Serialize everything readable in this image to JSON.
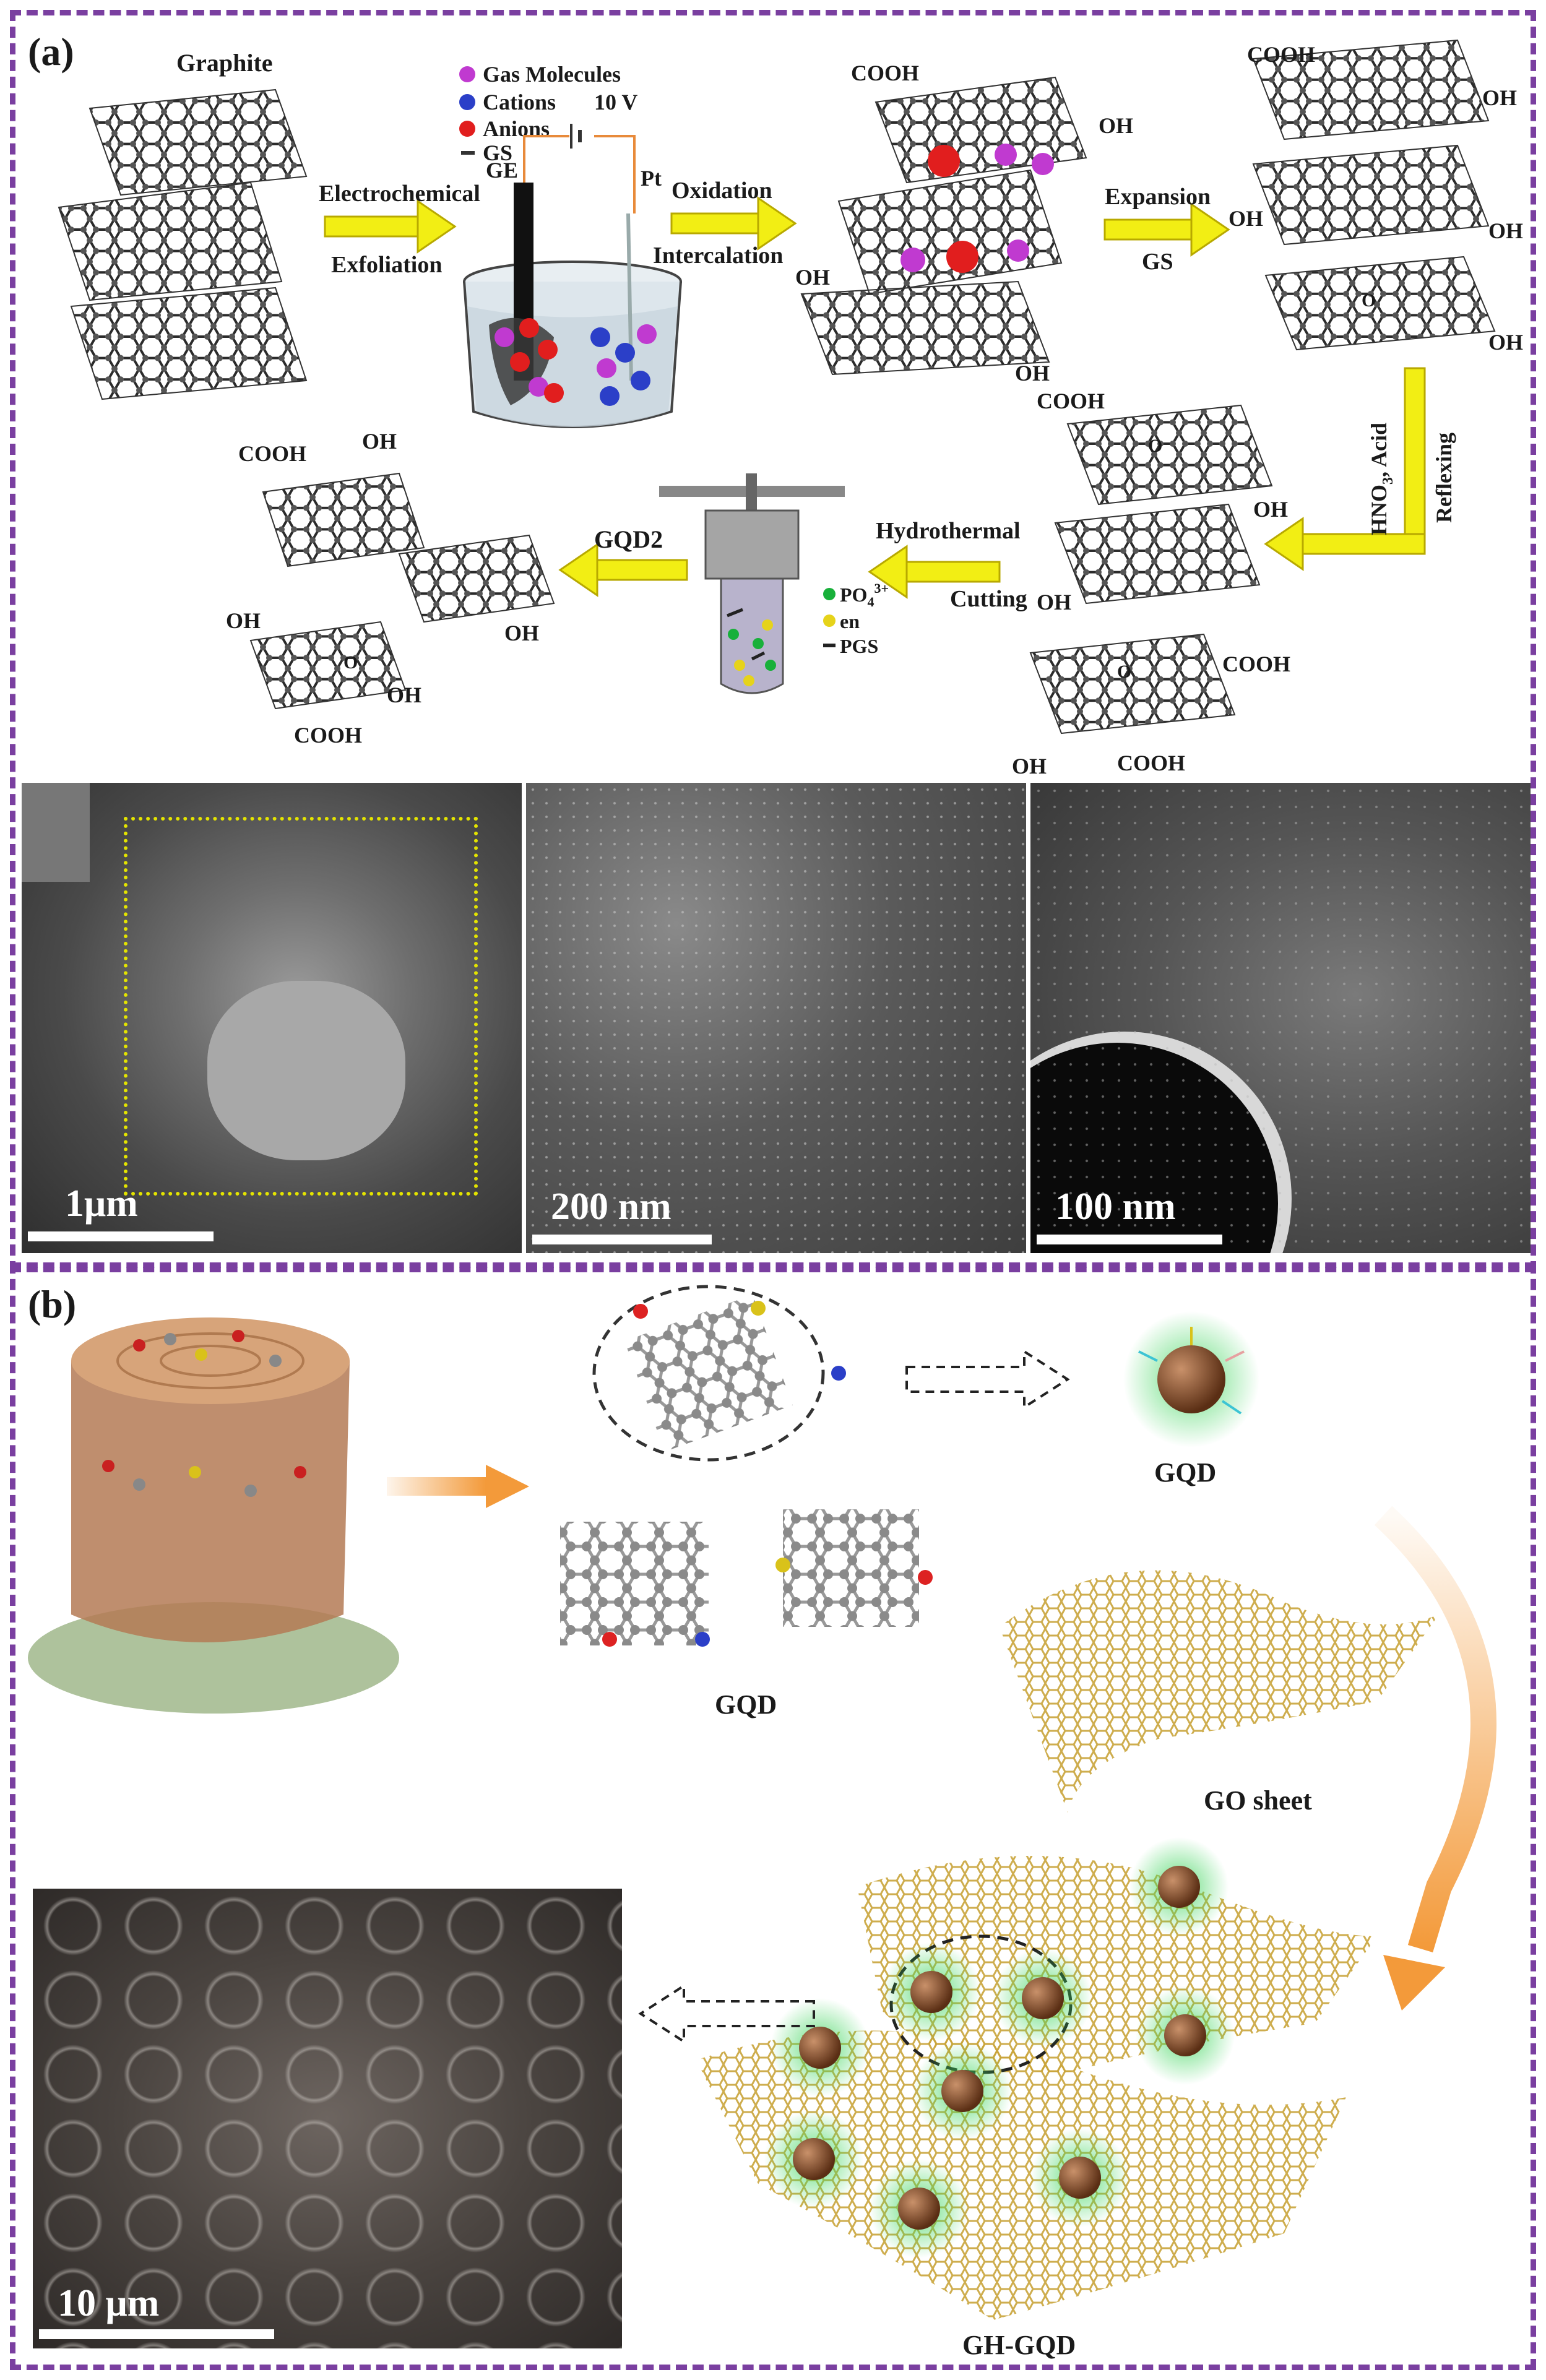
{
  "panel_a": {
    "label": "(a)",
    "graphite": "Graphite",
    "legend": {
      "gas": "Gas Molecules",
      "cations": "Cations",
      "anions": "Anions",
      "gs": "GS"
    },
    "voltage": "10 V",
    "electrode_ge": "GE",
    "electrode_pt": "Pt",
    "step1_top": "Electrochemical",
    "step1_bottom": "Exfoliation",
    "step2_top": "Oxidation",
    "step2_bottom": "Intercalation",
    "step3_top": "Expansion",
    "step3_bottom": "GS",
    "step4_top": "HNO",
    "step4_sub": "3",
    "step4_rest": ", Acid",
    "step4_bottom": "Reflexing",
    "step5_top": "Hydrothermal",
    "step5_bottom": "Cutting",
    "step6": "GQD2",
    "autoclave_legend": {
      "po4": "PO",
      "po4_sub": "4",
      "po4_sup": "3+",
      "en": "en",
      "pgs": "PGS"
    },
    "groups": {
      "cooh": "COOH",
      "oh": "OH",
      "o": "O"
    },
    "sem_scale": [
      "1μm",
      "200 nm",
      "100 nm"
    ]
  },
  "panel_b": {
    "label": "(b)",
    "gqd_small": "GQD",
    "gqd_cluster": "GQD",
    "go_sheet": "GO sheet",
    "gh_gqd": "GH-GQD",
    "sem_scale": "10 μm"
  },
  "colors": {
    "frame": "#7a3fa0",
    "arrow_yellow": "#f2ee14",
    "arrow_orange": "#f39a3a",
    "gas": "#c03ad0",
    "cation": "#2b3fc8",
    "anion": "#e11e1e",
    "sheet_gold": "#c9a43a"
  }
}
